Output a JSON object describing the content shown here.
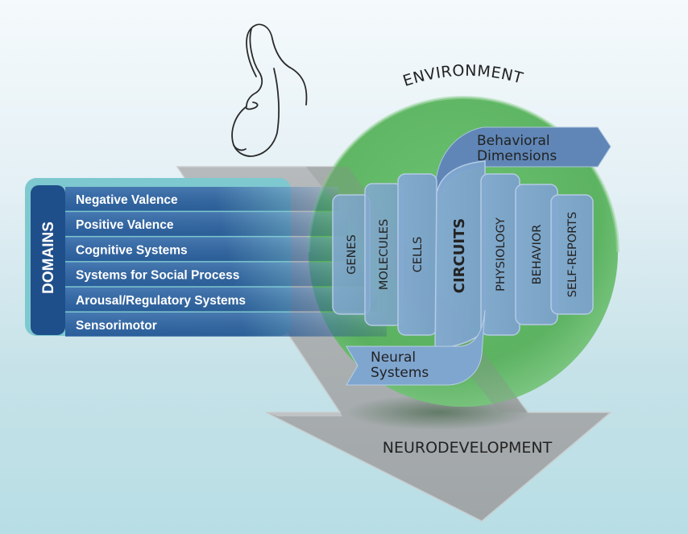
{
  "title_top": "ENVIRONMENT",
  "domains": {
    "label": "DOMAINS",
    "items": [
      "Negative Valence",
      "Positive Valence",
      "Cognitive Systems",
      "Systems for Social Process",
      "Arousal/Regulatory Systems",
      "Sensorimotor"
    ]
  },
  "units_of_analysis": [
    "GENES",
    "MOLECULES",
    "CELLS",
    "CIRCUITS",
    "PHYSIOLOGY",
    "BEHAVIOR",
    "SELF-REPORTS"
  ],
  "banners": {
    "top": [
      "Behavioral",
      "Dimensions"
    ],
    "bottom": [
      "Neural",
      "Systems"
    ]
  },
  "arrow_label": "NEURODEVELOPMENT",
  "icons": {
    "figure": "pregnant-woman-outline-icon"
  },
  "colors": {
    "domain_blue": "#2a63a3",
    "domain_dark": "#1f4f8a",
    "domain_border": "#7ec8d0",
    "environment_green": "#5db563",
    "unit_blue": "#7fa6cf",
    "arrow_gray": "#a7abac",
    "banner_blue": "#5f86b6"
  }
}
